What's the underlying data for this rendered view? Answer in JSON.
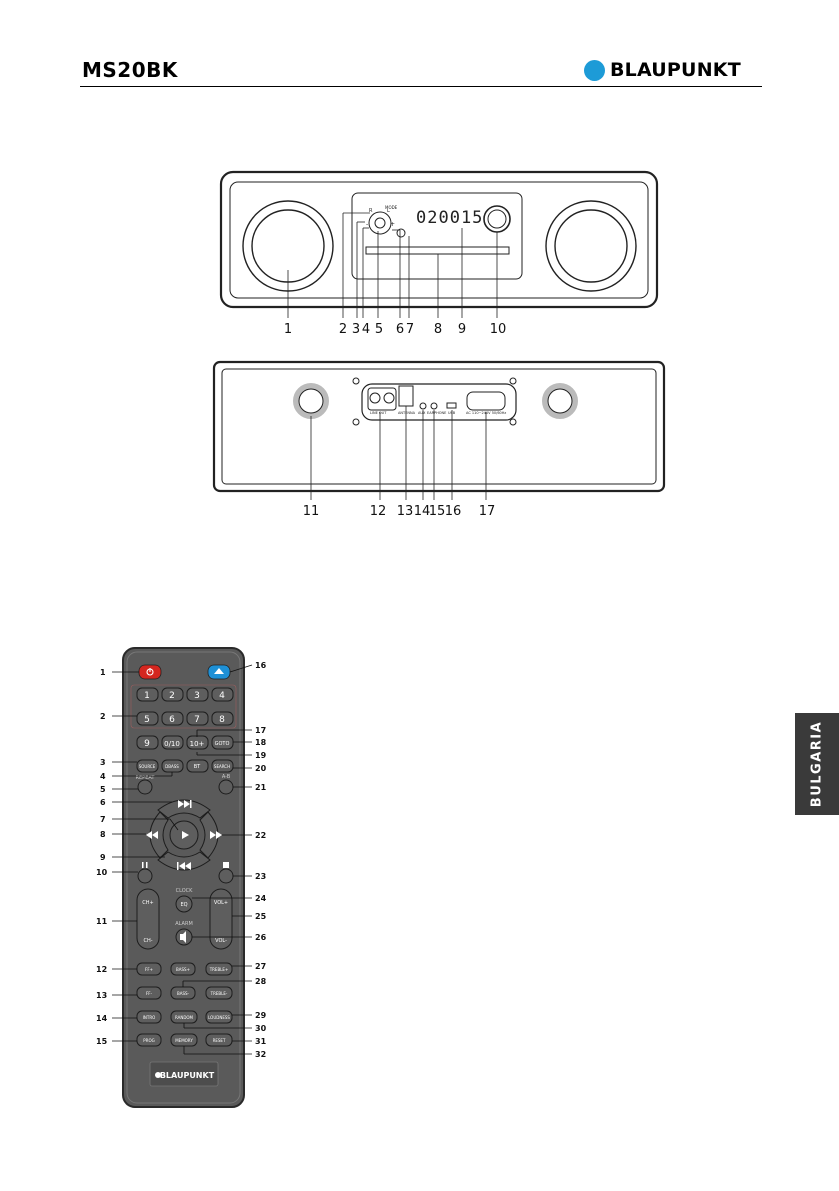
{
  "header": {
    "model": "MS20BK",
    "brand": "BLAUPUNKT",
    "brand_color": "#1d9bd7"
  },
  "side_tab": {
    "label": "BULGARIA",
    "color": "#3a3a3a"
  },
  "front_panel": {
    "display_text": "020015",
    "callouts": [
      "1",
      "2",
      "3",
      "4",
      "5",
      "6",
      "7",
      "8",
      "9",
      "10"
    ],
    "micro_labels": {
      "mode": "MODE",
      "minus": "-",
      "plus": "+",
      "r": "R",
      "l": "L"
    }
  },
  "back_panel": {
    "callouts": [
      "11",
      "12",
      "13",
      "14",
      "15",
      "16",
      "17"
    ],
    "port_labels": {
      "line_out": "LINE OUT",
      "antenna": "ANTENNA",
      "aux": "AUX",
      "earphone": "EARPHONE",
      "usb": "USB",
      "ac_in": "AC 110~240V 50/60Hz"
    }
  },
  "remote": {
    "brand": "BLAUPUNKT",
    "colors": {
      "power": "#d4261f",
      "eject": "#1e90d6",
      "body": "#5a5a5a"
    },
    "left_callouts": [
      "1",
      "2",
      "3",
      "4",
      "5",
      "6",
      "7",
      "8",
      "9",
      "10",
      "11",
      "12",
      "13",
      "14",
      "15"
    ],
    "right_callouts": [
      "16",
      "17",
      "18",
      "19",
      "20",
      "21",
      "22",
      "23",
      "24",
      "25",
      "26",
      "27",
      "28",
      "29",
      "30",
      "31",
      "32"
    ],
    "keypad": [
      "1",
      "2",
      "3",
      "4",
      "5",
      "6",
      "7",
      "8",
      "9",
      "0/10",
      "10+",
      "GOTO"
    ],
    "buttons": {
      "source": "SOURCE",
      "dbass": "DBASS",
      "bt": "BT",
      "search": "SEARCH",
      "repeat": "REPEAT",
      "ab": "A-B",
      "clock": "CLOCK",
      "eq": "EQ",
      "alarm": "ALARM",
      "ch_plus": "CH+",
      "ch_minus": "CH-",
      "vol_plus": "VOL+",
      "vol_minus": "VOL-",
      "fm_plus": "FF+",
      "fm_minus": "FF-",
      "bass_plus": "BASS+",
      "bass_minus": "BASS-",
      "treble_plus": "TREBLE+",
      "treble_minus": "TREBLE-",
      "intro": "INTRO",
      "random": "RANDOM",
      "loudness": "LOUDNESS",
      "prog": "PROG",
      "memory": "MEMORY",
      "reset": "RESET"
    }
  }
}
